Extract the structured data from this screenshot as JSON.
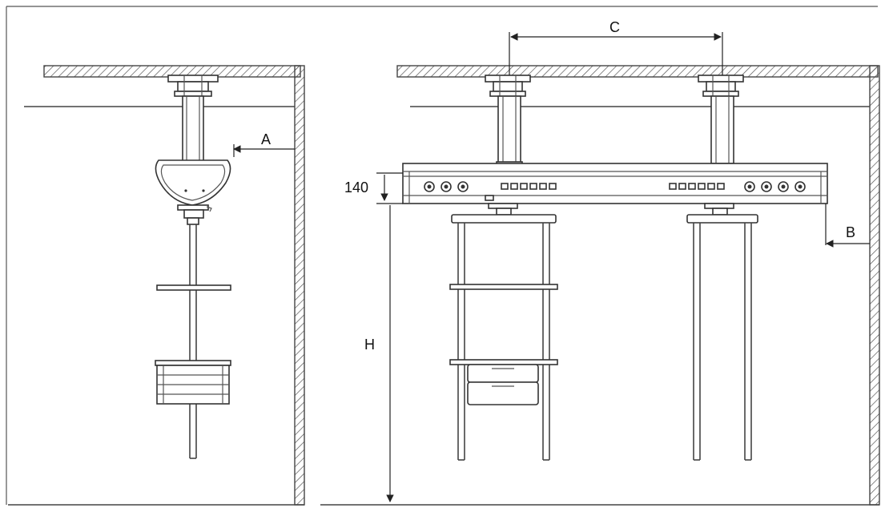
{
  "labels": {
    "a": "A",
    "b": "B",
    "c": "C",
    "h": "H",
    "height_140": "140"
  },
  "colors": {
    "line": "#444444",
    "hatch": "#555555",
    "background": "#ffffff"
  }
}
